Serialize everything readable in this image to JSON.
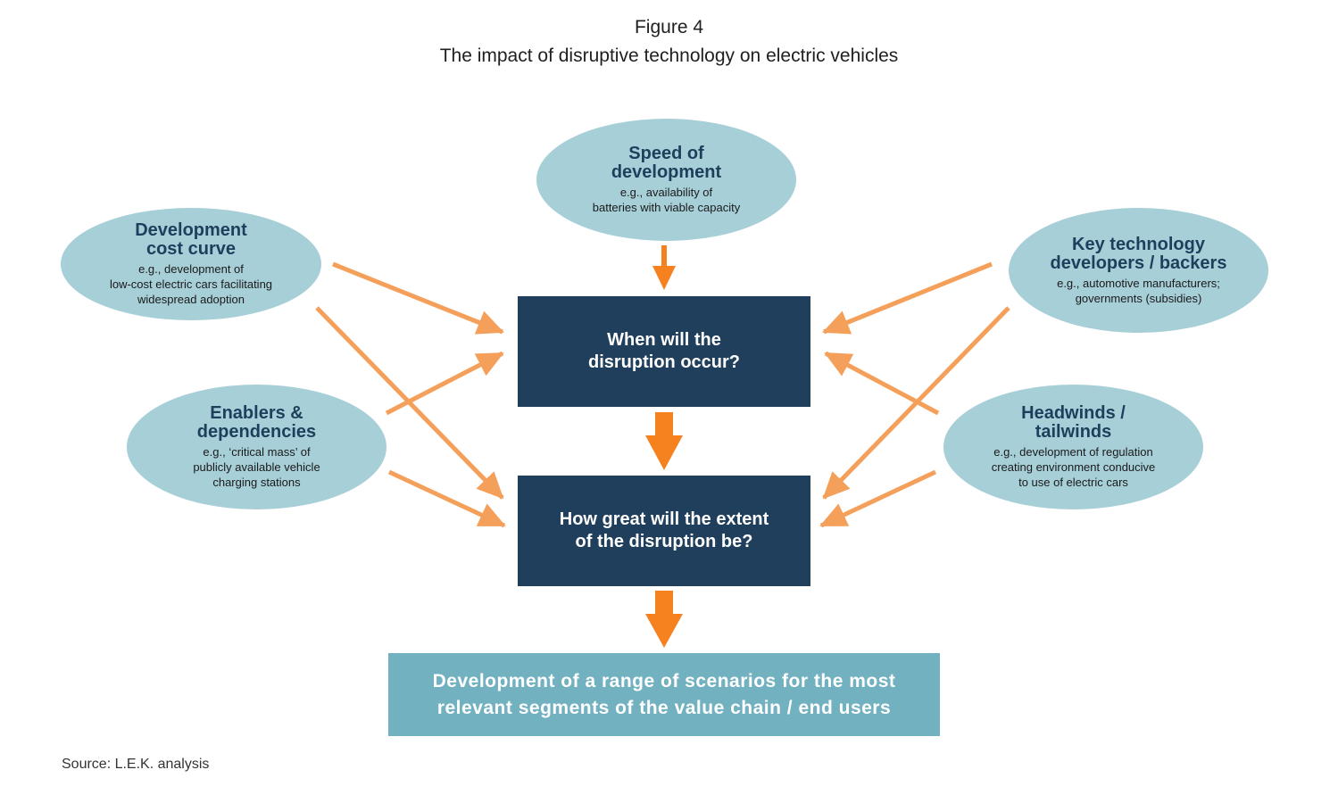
{
  "figure": {
    "number": "Figure 4",
    "title": "The impact of disruptive technology on electric vehicles"
  },
  "factors": {
    "speed": {
      "heading": "Speed of\ndevelopment",
      "example": "e.g., availability of\nbatteries with viable capacity"
    },
    "cost_curve": {
      "heading": "Development\ncost curve",
      "example": "e.g., development of\nlow-cost electric cars facilitating\nwidespread adoption"
    },
    "key_tech": {
      "heading": "Key technology\ndevelopers / backers",
      "example": "e.g., automotive manufacturers;\ngovernments (subsidies)"
    },
    "enablers": {
      "heading": "Enablers &\ndependencies",
      "example": "e.g., ‘critical mass’ of\npublicly available vehicle\ncharging stations"
    },
    "headwinds": {
      "heading": "Headwinds /\ntailwinds",
      "example": "e.g., development of regulation\ncreating environment conducive\nto use of electric cars"
    }
  },
  "questions": {
    "when": "When will the\ndisruption occur?",
    "extent": "How great will the extent\nof the disruption be?"
  },
  "outcome": "Development of a range of scenarios for the most\nrelevant segments of the value chain / end users",
  "source": "Source: L.E.K. analysis",
  "colors": {
    "ellipse_fill": "#a7cfd8",
    "question_box": "#1f3f5c",
    "outcome_box": "#72b1c0",
    "arrow_light": "#f5a05a",
    "arrow_bold": "#f5821f",
    "heading_text": "#1e3f5c"
  }
}
